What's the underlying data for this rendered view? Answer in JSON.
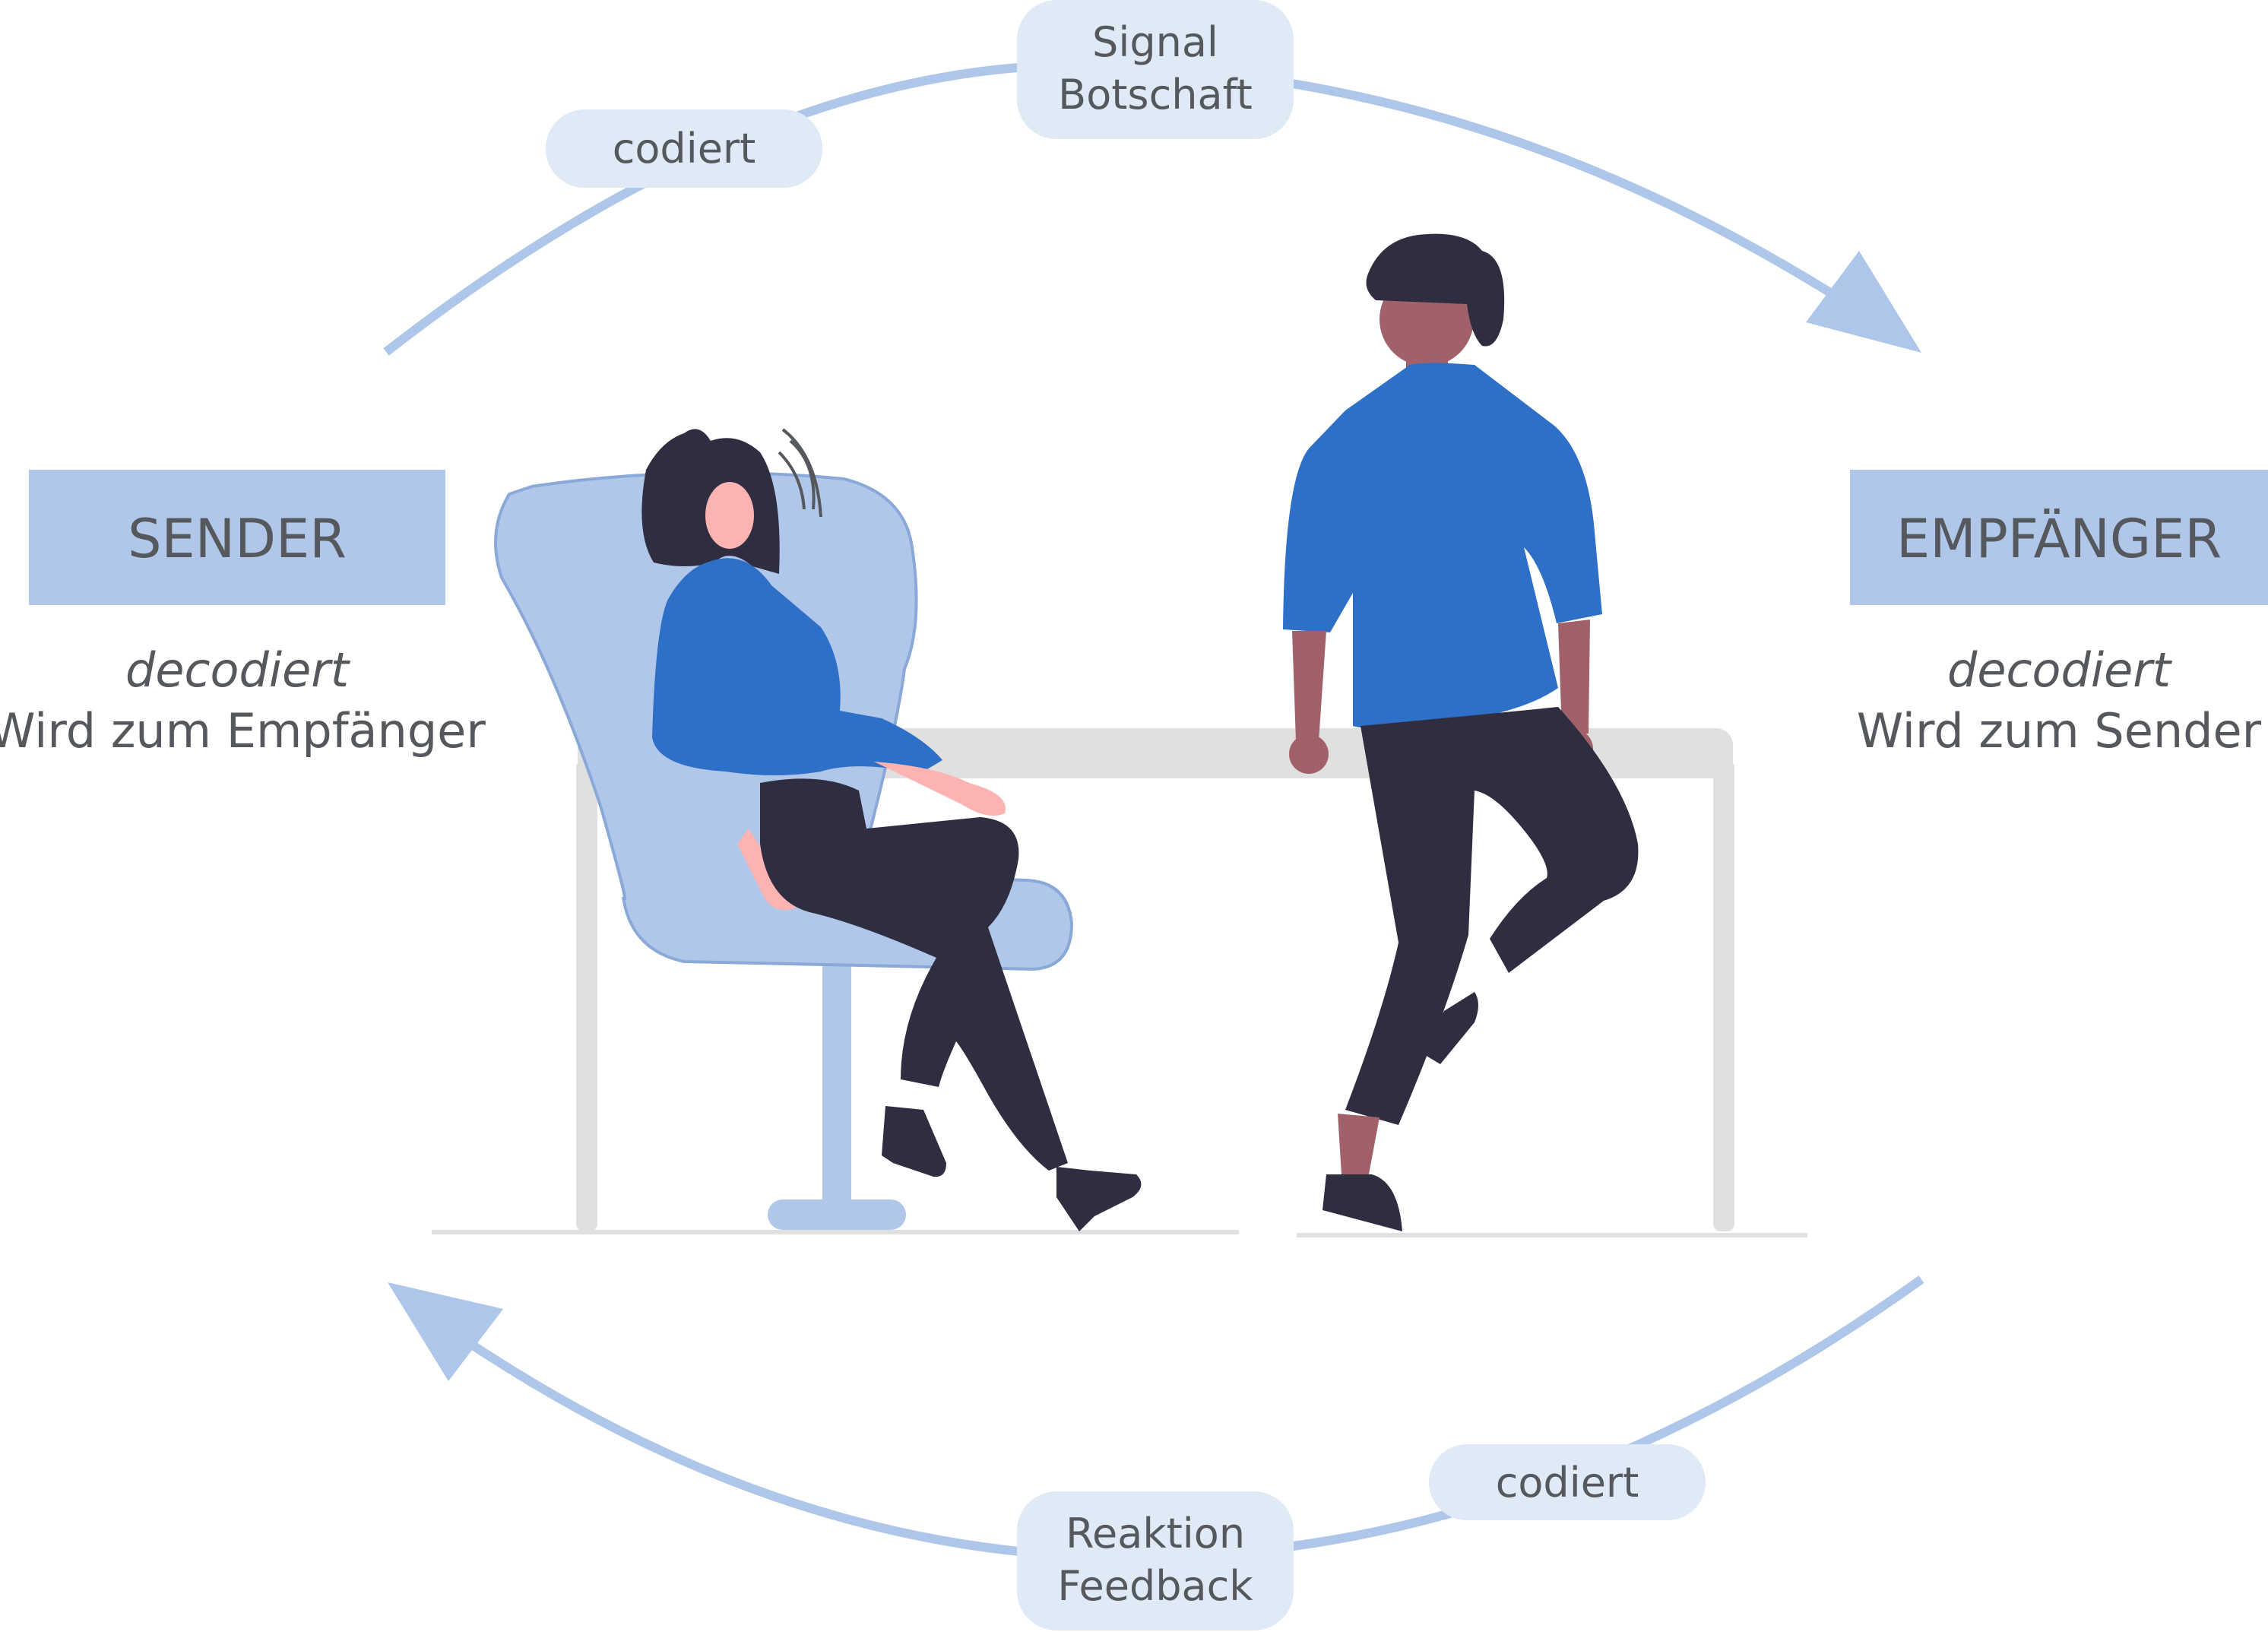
{
  "colors": {
    "arrow": "#aec6e9",
    "box": "#b0c7ea",
    "pill": "#e0e9f6",
    "text": "#55585c",
    "shirt": "#2e6fc8",
    "pants": "#2f2e40",
    "skin_light": "#fcb3b2",
    "skin_dark": "#a0616a",
    "chair": "#b0c7ea",
    "desk": "#e0e0e0"
  },
  "sender": {
    "title": "SENDER",
    "action": "decodiert",
    "role": "Wird zum Empfänger"
  },
  "receiver": {
    "title": "EMPFÄNGER",
    "action": "decodiert",
    "role": "Wird zum Sender"
  },
  "top": {
    "message_line1": "Signal",
    "message_line2": "Botschaft",
    "encode": "codiert"
  },
  "bottom": {
    "message_line1": "Reaktion",
    "message_line2": "Feedback",
    "encode": "codiert"
  },
  "icons": {
    "top_arrow": "arrow-right-head",
    "bottom_arrow": "arrow-left-head",
    "sound": "sound-waves-icon"
  }
}
